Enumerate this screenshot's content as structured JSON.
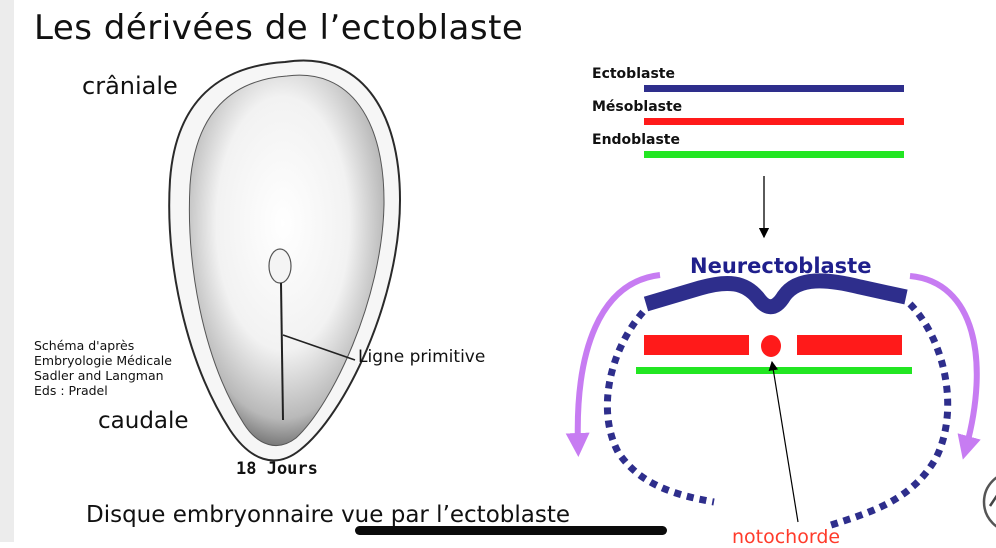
{
  "title": "Les dérivées de l’ectoblaste",
  "orientation": {
    "top": "crâniale",
    "bottom": "caudale"
  },
  "credit": [
    "Schéma d'après",
    "Embryologie Médicale",
    "Sadler and Langman",
    "Eds : Pradel"
  ],
  "labels": {
    "ligne": "Ligne primitive",
    "age": "18 Jours",
    "caption": "Disque embryonnaire vue par l’ectoblaste",
    "neurectoblaste": "Neurectoblaste",
    "notochorde": "notochorde"
  },
  "layers": [
    {
      "name": "Ectoblaste",
      "color": "#2e2e8c"
    },
    {
      "name": "Mésoblaste",
      "color": "#ff1a1a"
    },
    {
      "name": "Endoblaste",
      "color": "#22e622"
    }
  ],
  "colors": {
    "neural": "#2e2e8c",
    "arrow_fold": "#c77cf2",
    "notochord": "#ff1a1a",
    "label_red": "#ff3b2b"
  }
}
